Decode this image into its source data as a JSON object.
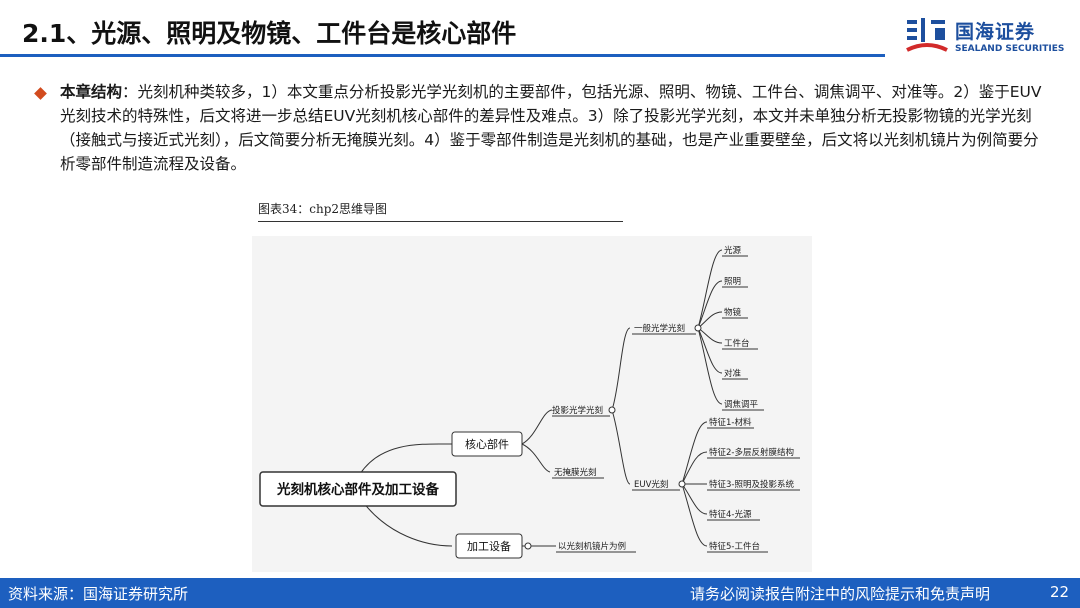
{
  "slide": {
    "title": "2.1、光源、照明及物镜、工件台是核心部件",
    "logo_cn": "国海证券",
    "logo_en": "SEALAND SECURITIES",
    "body_label": "本章结构",
    "body_text": "：光刻机种类较多，1）本文重点分析投影光学光刻机的主要部件，包括光源、照明、物镜、工件台、调焦调平、对准等。2）鉴于EUV光刻技术的特殊性，后文将进一步总结EUV光刻机核心部件的差异性及难点。3）除了投影光学光刻，本文并未单独分析无投影物镜的光学光刻（接触式与接近式光刻），后文简要分析无掩膜光刻。4）鉴于零部件制造是光刻机的基础，也是产业重要壁垒，后文将以光刻机镜片为例简要分析零部件制造流程及设备。",
    "figure_caption": "图表34：chp2思维导图"
  },
  "mindmap": {
    "root": "光刻机核心部件及加工设备",
    "core": "核心部件",
    "process": "加工设备",
    "process_child": "以光刻机镜片为例",
    "projection": "投影光学光刻",
    "maskless": "无掩膜光刻",
    "general": "一般光学光刻",
    "euv": "EUV光刻",
    "general_items": [
      "光源",
      "照明",
      "物镜",
      "工件台",
      "对准",
      "调焦调平"
    ],
    "euv_items": [
      "特征1-材料",
      "特征2-多层反射膜结构",
      "特征3-照明及投影系统",
      "特征4-光源",
      "特征5-工件台"
    ]
  },
  "footer": {
    "source": "资料来源：国海证券研究所",
    "disclaimer": "请务必阅读报告附注中的风险提示和免责声明",
    "page": "22"
  },
  "colors": {
    "accent_blue": "#1d5fbf",
    "bullet_orange": "#d24b1e"
  }
}
